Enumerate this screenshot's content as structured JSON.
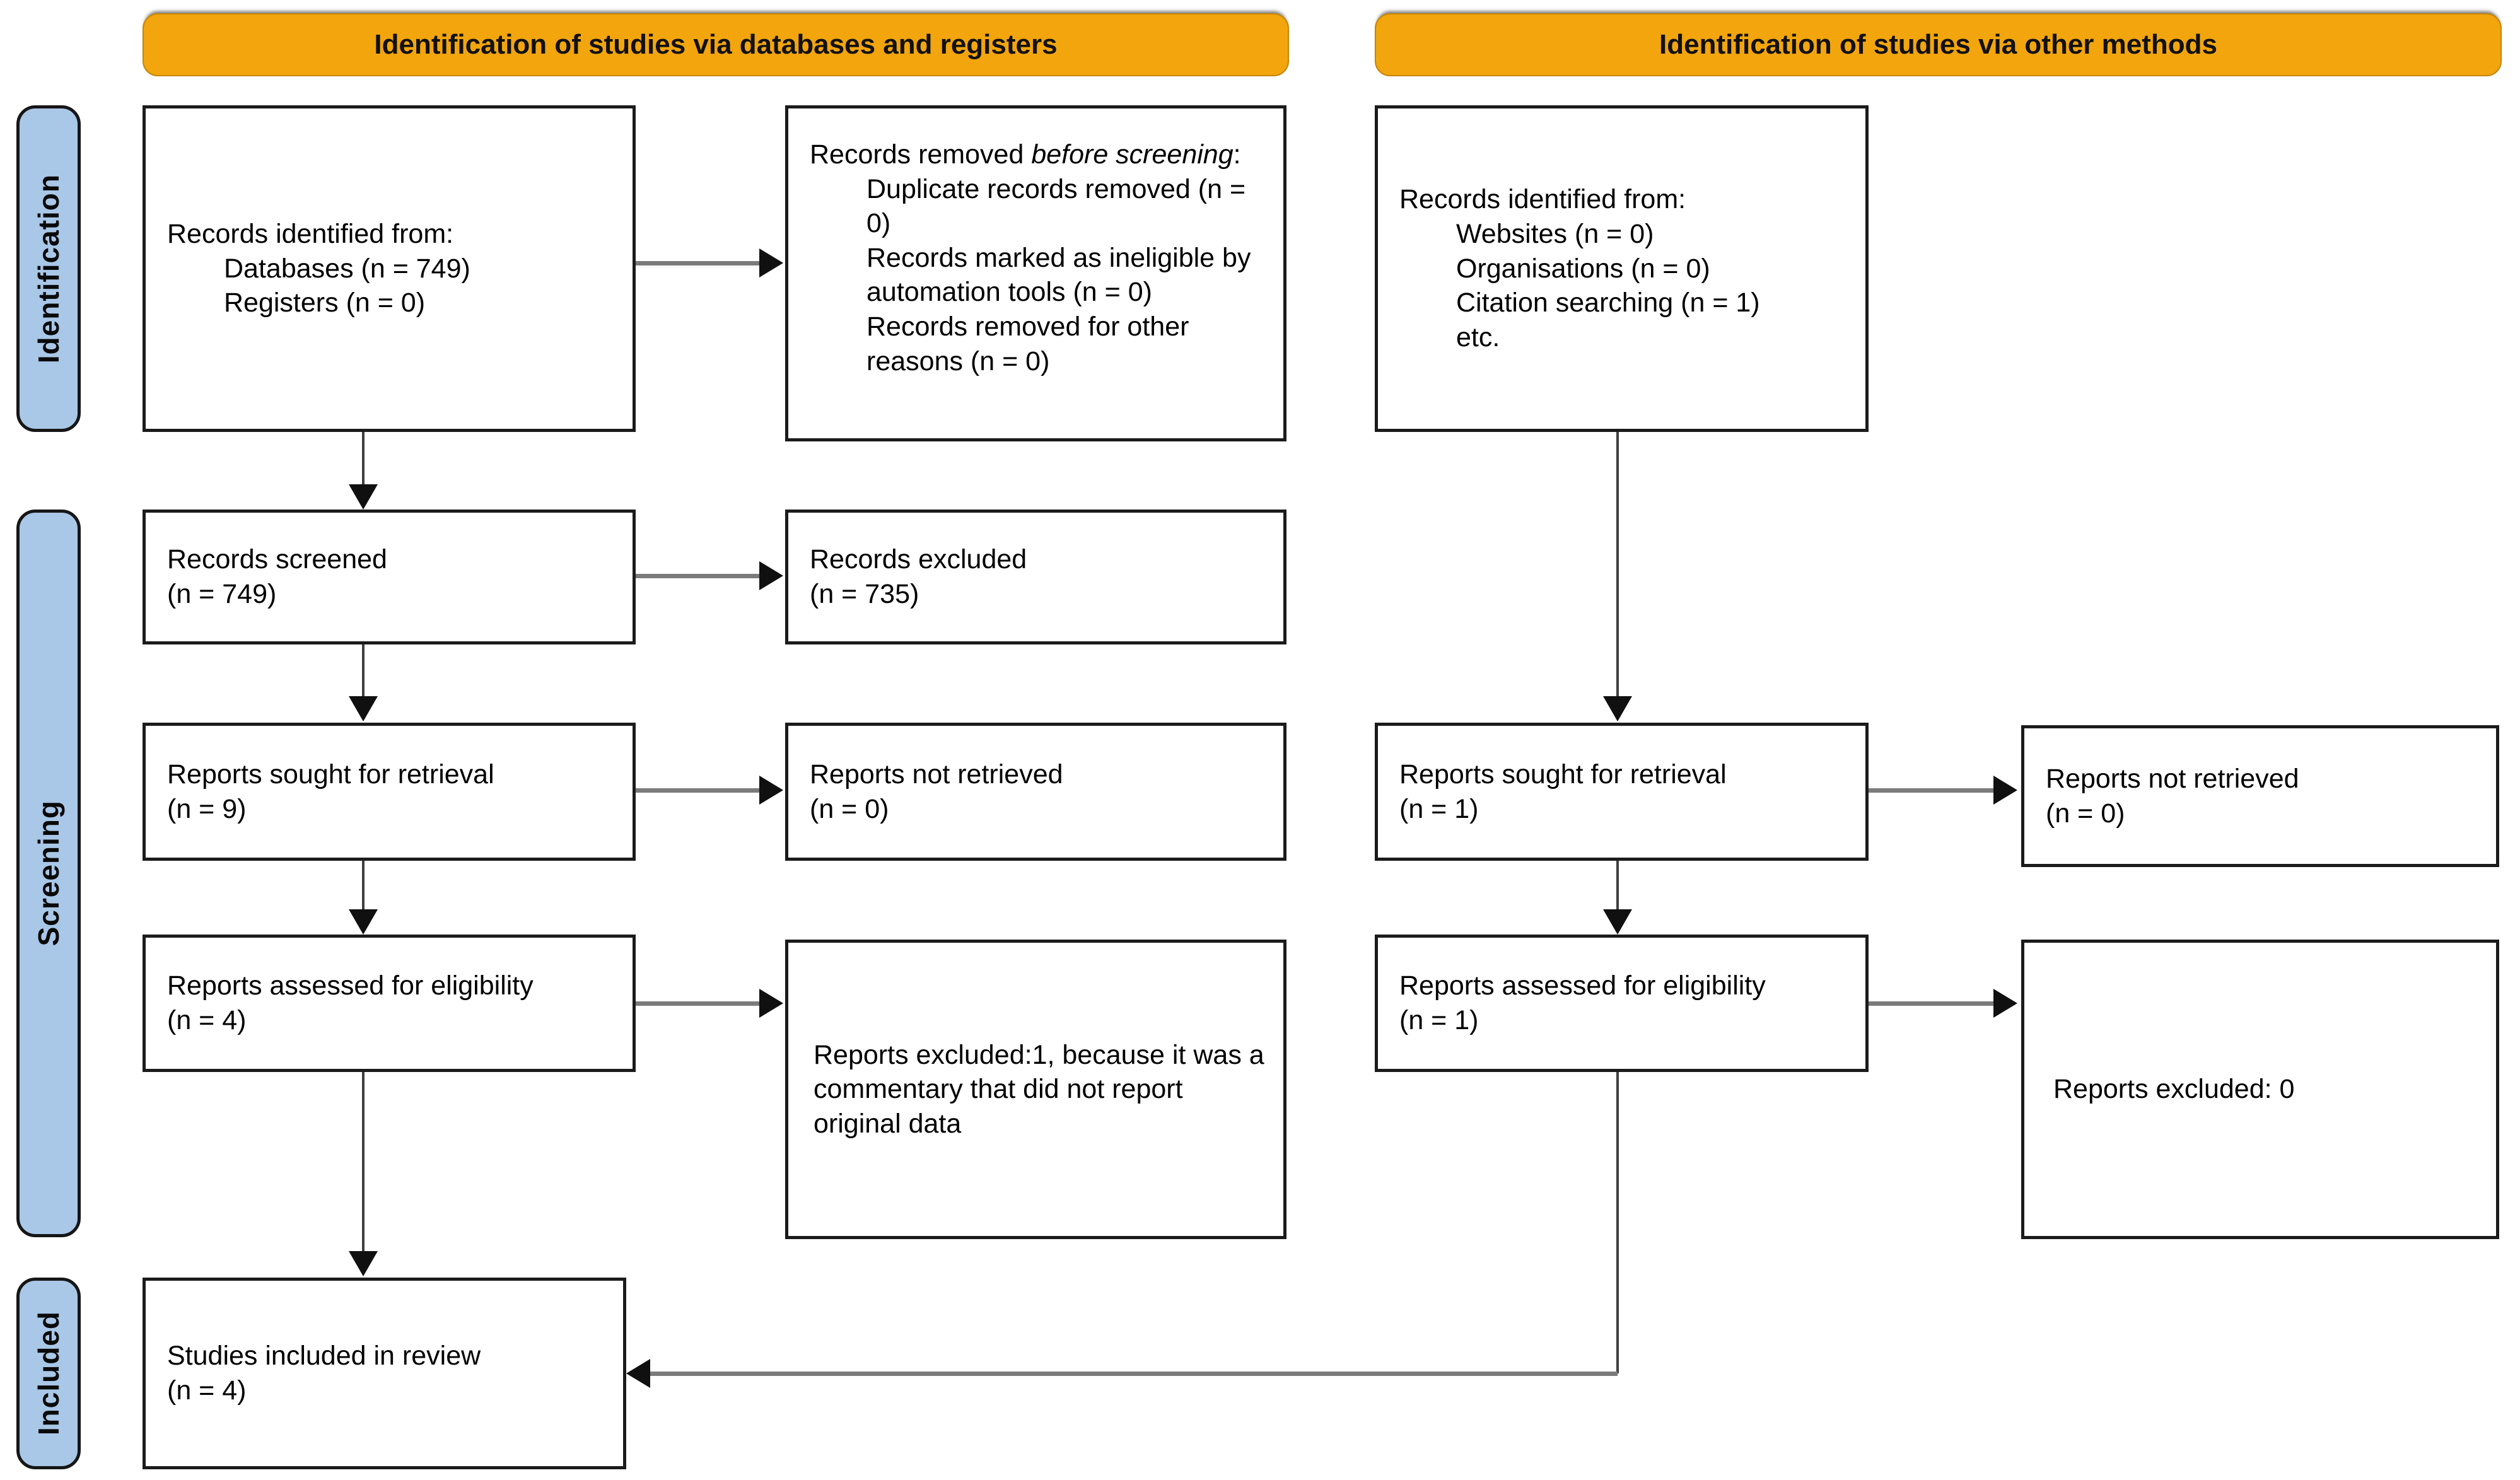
{
  "diagram": {
    "type": "PRISMA 2020 flow diagram",
    "colors": {
      "banner_fill": "#F2A50C",
      "stage_fill": "#A9C7E7",
      "box_border": "#1b1b1b",
      "arrow_line": "#7b7b7b",
      "arrow_head": "#101010",
      "background": "#ffffff"
    }
  },
  "banners": {
    "left": "Identification of studies via databases and registers",
    "right": "Identification of studies via other methods"
  },
  "stages": {
    "identification": "Identification",
    "screening": "Screening",
    "included": "Included"
  },
  "boxes": {
    "identified_db": {
      "title": "Records identified from:",
      "items": [
        "Databases (n = 749)",
        "Registers (n = 0)"
      ]
    },
    "removed_before": {
      "title_pre": "Records removed ",
      "title_italic": "before screening",
      "title_post": ":",
      "items": [
        "Duplicate records removed (n = 0)",
        "Records marked as ineligible by automation tools (n = 0)",
        "Records removed for other reasons (n = 0)"
      ]
    },
    "screened": {
      "lines": [
        "Records screened",
        "(n = 749)"
      ]
    },
    "records_excluded": {
      "lines": [
        "Records excluded",
        "(n = 735)"
      ]
    },
    "sought_db": {
      "lines": [
        "Reports sought for retrieval",
        "(n = 9)"
      ]
    },
    "not_retrieved_db": {
      "lines": [
        "Reports not retrieved",
        "(n = 0)"
      ]
    },
    "assessed_db": {
      "lines": [
        "Reports assessed for eligibility",
        "(n = 4)"
      ]
    },
    "excluded_reasons": {
      "text": "Reports excluded:1, because it was a commentary that did not report original data"
    },
    "included_review": {
      "lines": [
        "Studies included in review",
        "(n = 4)"
      ]
    },
    "identified_other": {
      "title": "Records identified from:",
      "items": [
        "Websites (n = 0)",
        "Organisations (n = 0)",
        "Citation searching (n = 1)",
        "etc."
      ]
    },
    "sought_other": {
      "lines": [
        "Reports sought for retrieval",
        "(n = 1)"
      ]
    },
    "not_retrieved_other": {
      "lines": [
        "Reports not retrieved",
        "(n = 0)"
      ]
    },
    "assessed_other": {
      "lines": [
        "Reports assessed for eligibility",
        "(n = 1)"
      ]
    },
    "excluded_other": {
      "text": "Reports excluded: 0"
    }
  }
}
